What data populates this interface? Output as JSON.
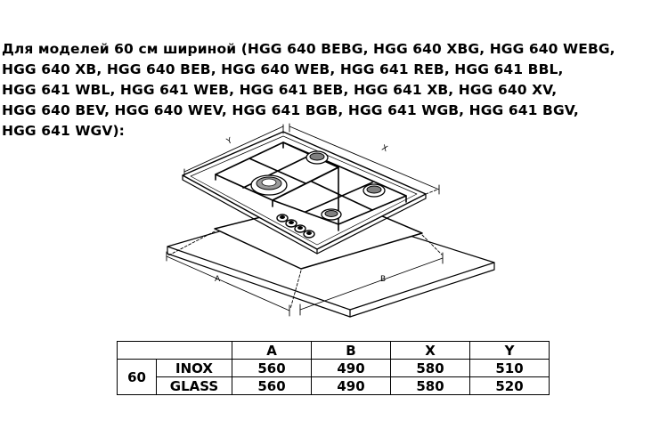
{
  "heading": {
    "lines": [
      "Для моделей 60 см шириной (HGG 640 BEBG, HGG 640 XBG, HGG 640 WEBG,",
      "HGG 640 XB, HGG 640 BEB, HGG 640 WEB, HGG 641 REB, HGG 641 BBL,",
      "HGG 641 WBL, HGG 641 WEB, HGG 641 BEB, HGG 641 XB, HGG 640 XV,",
      "HGG 640 BEV, HGG 640 WEV, HGG 641 BGB, HGG 641 WGB, HGG 641 BGV,",
      "HGG 641 WGV):"
    ]
  },
  "diagram": {
    "labels": {
      "a": "A",
      "b": "B",
      "x": "X",
      "y": "Y"
    }
  },
  "table": {
    "headers": [
      "A",
      "B",
      "X",
      "Y"
    ],
    "size": "60",
    "rows": [
      {
        "name": "INOX",
        "values": [
          "560",
          "490",
          "580",
          "510"
        ]
      },
      {
        "name": "GLASS",
        "values": [
          "560",
          "490",
          "580",
          "520"
        ]
      }
    ]
  }
}
